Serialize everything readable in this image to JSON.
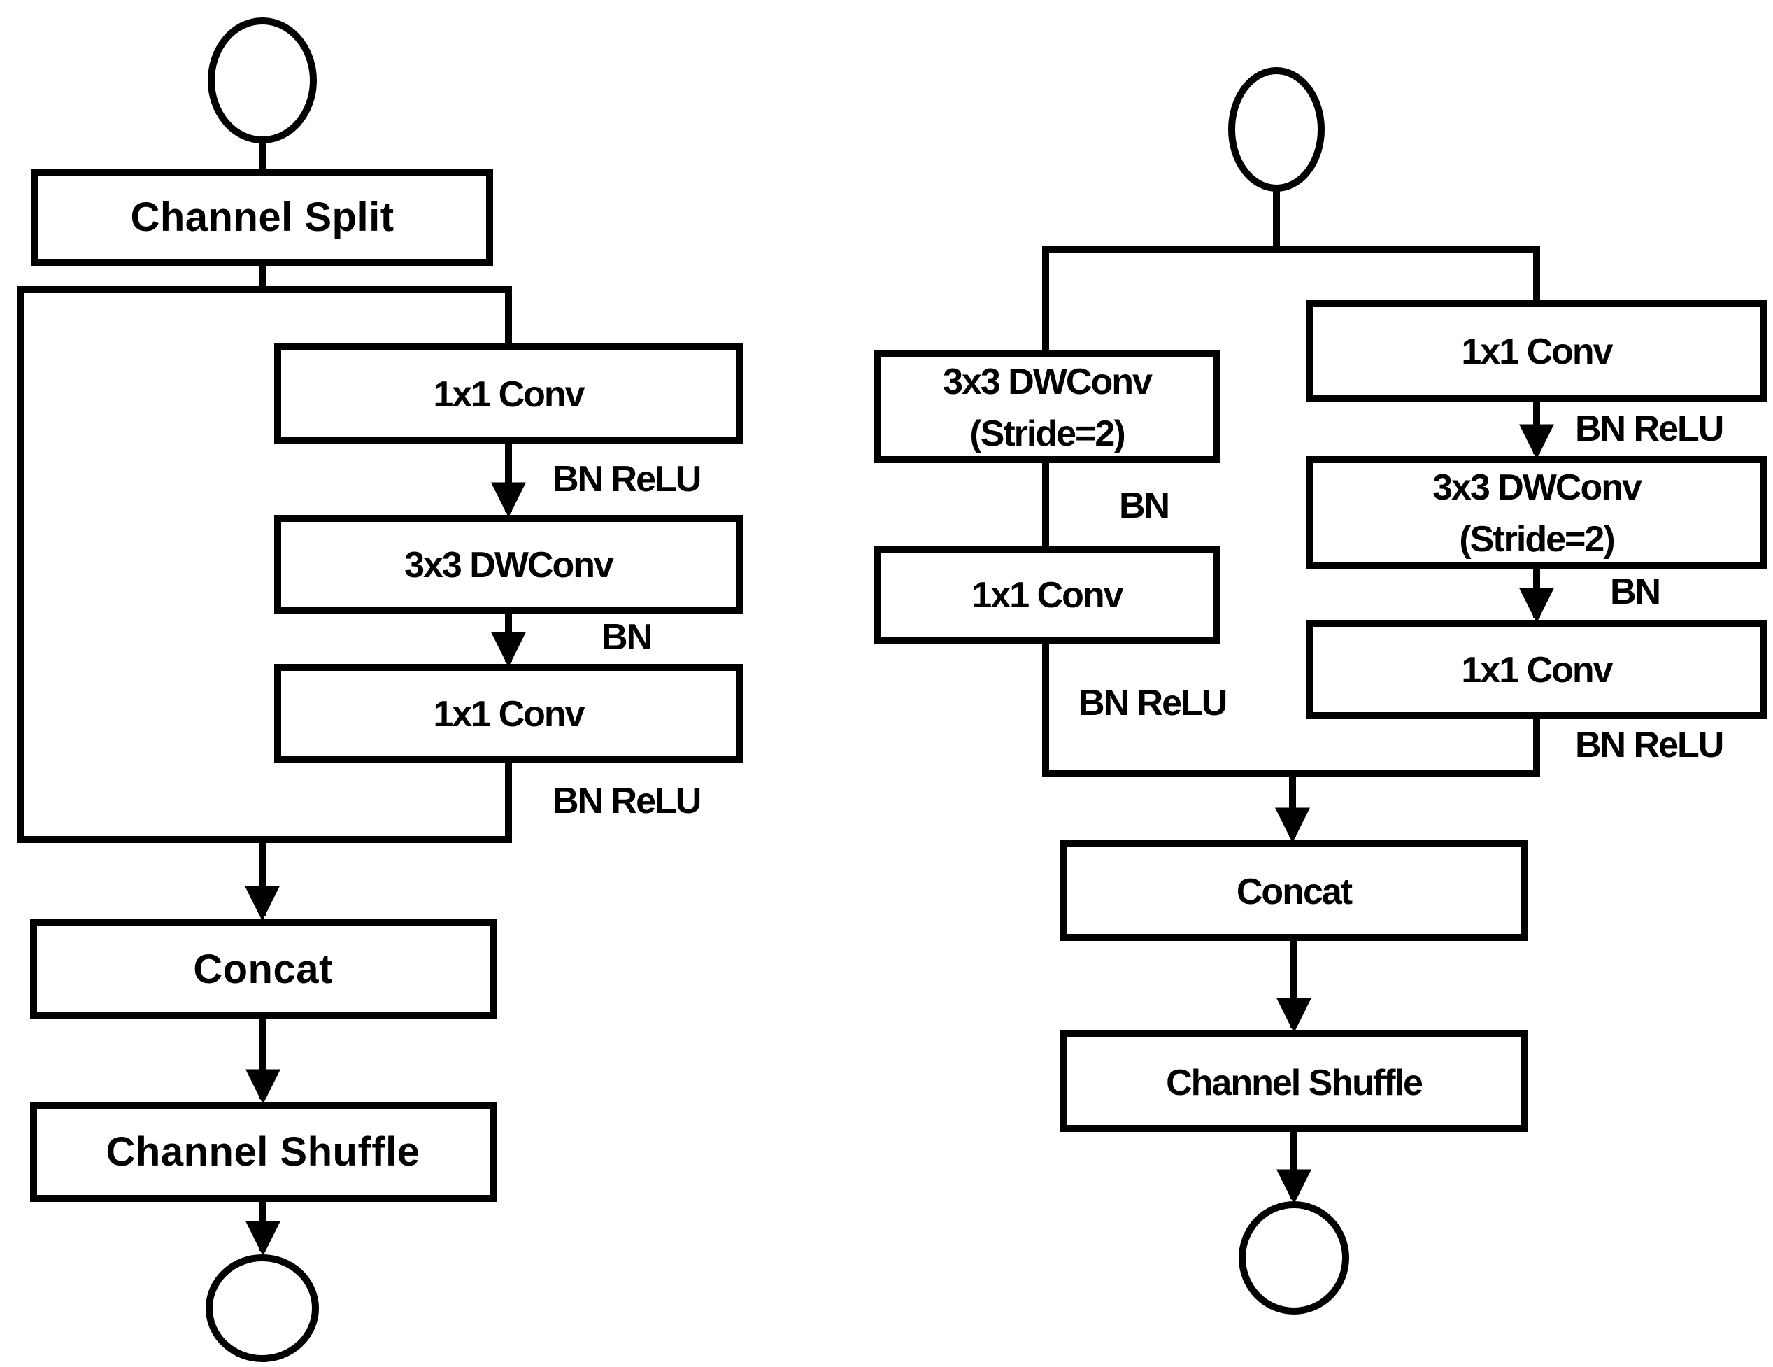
{
  "figure": {
    "background_color": "#ffffff",
    "stroke_color": "#000000",
    "description": "Two network building block flowcharts"
  },
  "left_diagram": {
    "channel_split": "Channel Split",
    "conv1": "1x1 Conv",
    "bn_relu_1": "BN ReLU",
    "dwconv": "3x3 DWConv",
    "bn": "BN",
    "conv2": "1x1 Conv",
    "bn_relu_2": "BN ReLU",
    "concat": "Concat",
    "channel_shuffle": "Channel Shuffle"
  },
  "right_diagram": {
    "left_branch": {
      "dwconv_line1": "3x3 DWConv",
      "dwconv_line2": "(Stride=2)",
      "bn": "BN",
      "conv": "1x1 Conv",
      "bn_relu": "BN ReLU"
    },
    "right_branch": {
      "conv1": "1x1 Conv",
      "bn_relu_1": "BN ReLU",
      "dwconv_line1": "3x3 DWConv",
      "dwconv_line2": "(Stride=2)",
      "bn": "BN",
      "conv2": "1x1 Conv",
      "bn_relu_2": "BN ReLU"
    },
    "concat": "Concat",
    "channel_shuffle": "Channel Shuffle"
  }
}
